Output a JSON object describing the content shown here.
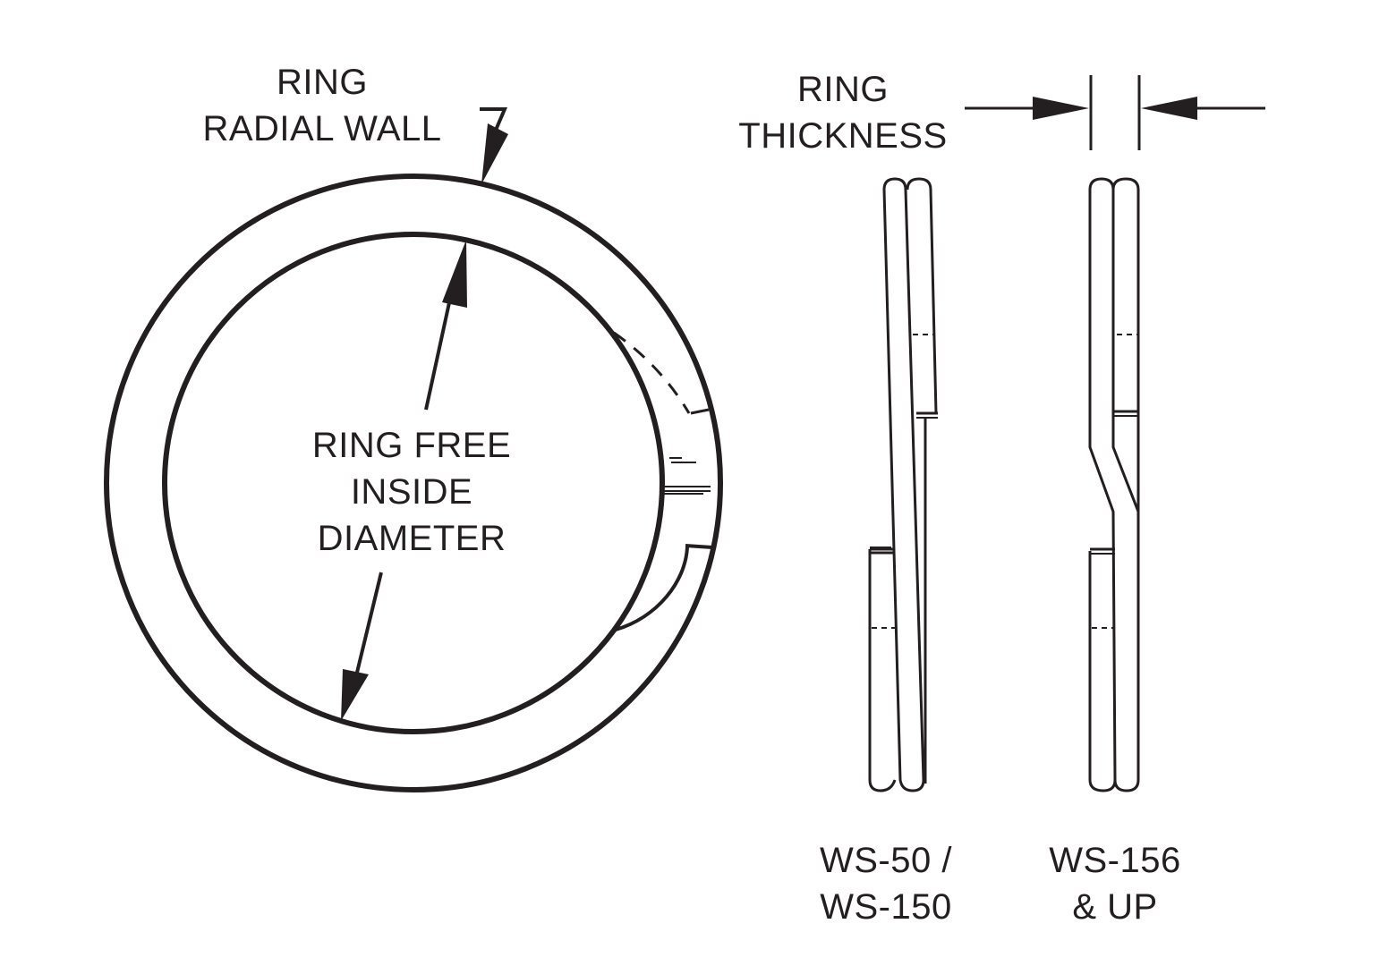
{
  "labels": {
    "radial_wall": {
      "line1": "RING",
      "line2": "RADIAL WALL"
    },
    "thickness": {
      "line1": "RING",
      "line2": "THICKNESS"
    },
    "inside_diameter": {
      "line1": "RING FREE",
      "line2": "INSIDE",
      "line3": "DIAMETER"
    },
    "variant_a": {
      "line1": "WS-50 /",
      "line2": "WS-150"
    },
    "variant_b": {
      "line1": "WS-156",
      "line2": "& UP"
    }
  },
  "colors": {
    "stroke": "#231f20",
    "background": "#ffffff"
  }
}
